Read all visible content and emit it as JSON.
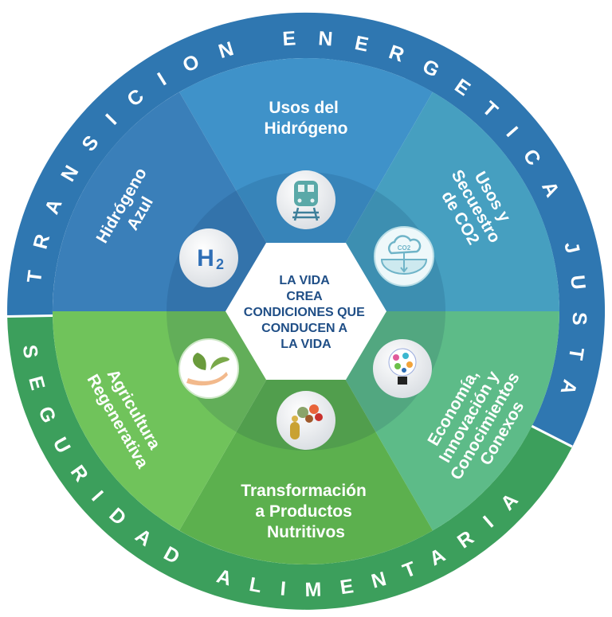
{
  "ring": {
    "top_text": "TRANSICION ENERGETICA JUSTA",
    "bottom_text": "SEGURIDAD ALIMENTARIA",
    "top_color": "#2f77b1",
    "bottom_color": "#3c9f5c"
  },
  "center": {
    "lines": [
      "LA VIDA",
      "CREA",
      "CONDICIONES QUE",
      "CONDUCEN A",
      "LA VIDA"
    ]
  },
  "segments": {
    "top": {
      "lines": [
        "Usos del",
        "Hidrógeno"
      ],
      "icon": "train-icon",
      "color": "#3f92c9"
    },
    "upper_left": {
      "lines": [
        "Hidrógeno",
        "Azul"
      ],
      "icon": "h2-icon",
      "icon_text": "H2",
      "color": "#3a7fb9"
    },
    "upper_right": {
      "lines": [
        "Usos y",
        "Secuestro",
        "de CO2"
      ],
      "icon": "co2-capture-icon",
      "icon_text": "CO2",
      "color": "#469fc0"
    },
    "lower_left": {
      "lines": [
        "Agricultura",
        "Regenerativa"
      ],
      "icon": "leaves-in-hand-icon",
      "color": "#70c35b"
    },
    "bottom": {
      "lines": [
        "Transformación",
        "a Productos",
        "Nutritivos"
      ],
      "icon": "food-supplements-icon",
      "color": "#5cb04e"
    },
    "lower_right": {
      "lines": [
        "Economía,",
        "Innovación y",
        "Conocimientos",
        "Conexos"
      ],
      "icon": "idea-bulb-icon",
      "color": "#5dbb88"
    }
  }
}
